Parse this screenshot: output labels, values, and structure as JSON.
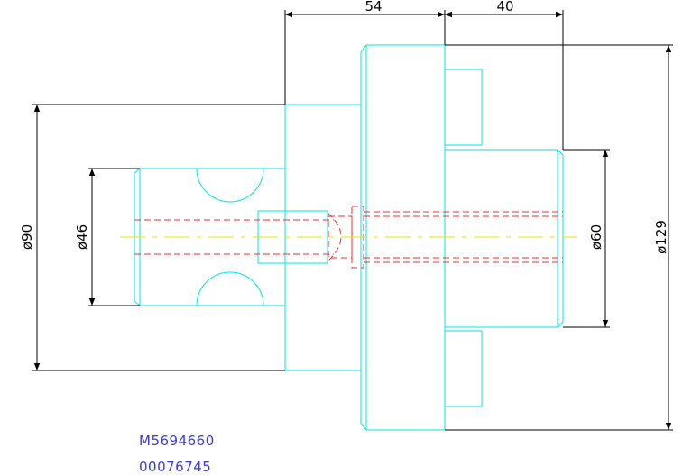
{
  "dimensions": {
    "d54": "54",
    "d40": "40",
    "phi90": "ø90",
    "phi46": "ø46",
    "phi60": "ø60",
    "phi129": "ø129"
  },
  "labels": {
    "part_number": "M5694660",
    "serial_number": "00076745"
  },
  "colors": {
    "outline": "#00e5e5",
    "hidden": "#e83030",
    "centerline": "#e6e600",
    "dimension": "#000000",
    "label": "#3a3ad8"
  }
}
